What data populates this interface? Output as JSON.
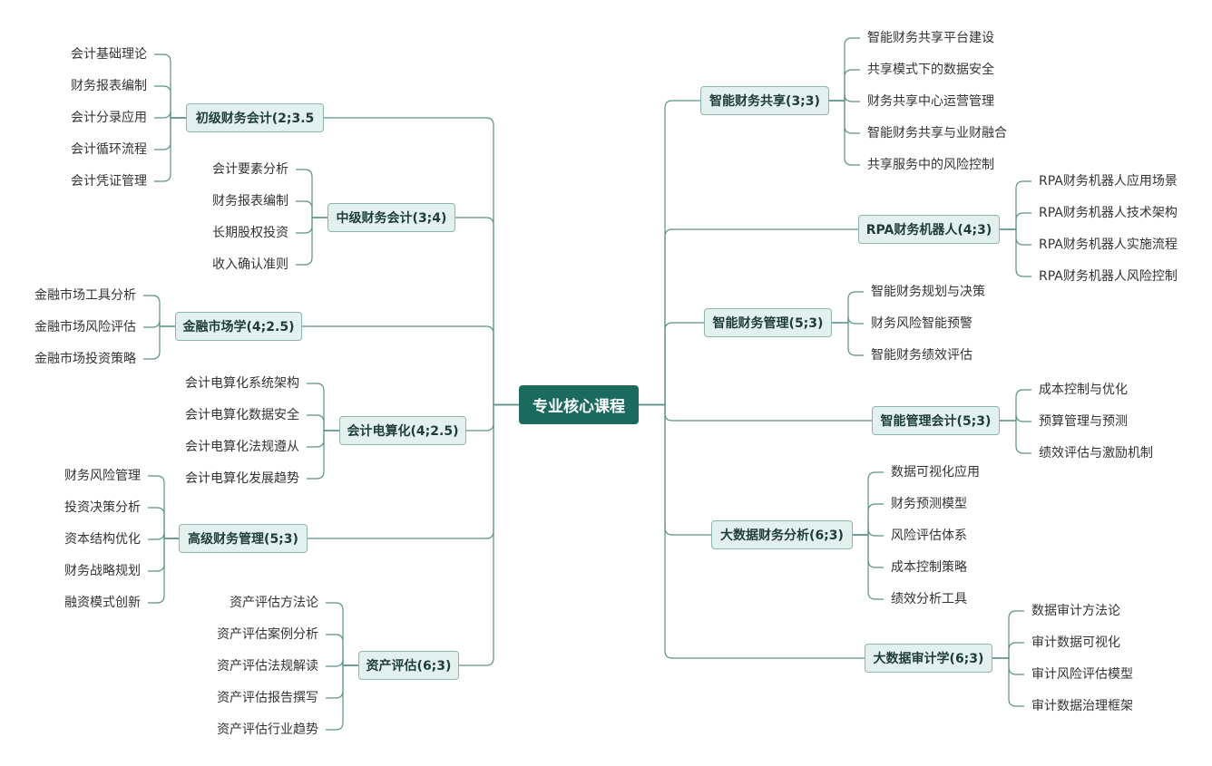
{
  "center": {
    "label": "专业核心课程"
  },
  "colors": {
    "center": "#1a6a5d",
    "branch_fill": "#e3f1ee",
    "branch_border": "#8db5ad",
    "line": "#5b9187"
  },
  "left_branches": [
    {
      "label": "初级财务会计(2;3.5",
      "children": [
        "会计基础理论",
        "财务报表编制",
        "会计分录应用",
        "会计循环流程",
        "会计凭证管理"
      ]
    },
    {
      "label": "中级财务会计(3;4)",
      "children": [
        "会计要素分析",
        "财务报表编制",
        "长期股权投资",
        "收入确认准则"
      ]
    },
    {
      "label": "金融市场学(4;2.5)",
      "children": [
        "金融市场工具分析",
        "金融市场风险评估",
        "金融市场投资策略"
      ]
    },
    {
      "label": "会计电算化(4;2.5)",
      "children": [
        "会计电算化系统架构",
        "会计电算化数据安全",
        "会计电算化法规遵从",
        "会计电算化发展趋势"
      ]
    },
    {
      "label": "高级财务管理(5;3)",
      "children": [
        "财务风险管理",
        "投资决策分析",
        "资本结构优化",
        "财务战略规划",
        "融资模式创新"
      ]
    },
    {
      "label": "资产评估(6;3)",
      "children": [
        "资产评估方法论",
        "资产评估案例分析",
        "资产评估法规解读",
        "资产评估报告撰写",
        "资产评估行业趋势"
      ]
    }
  ],
  "right_branches": [
    {
      "label": "智能财务共享(3;3)",
      "children": [
        "智能财务共享平台建设",
        "共享模式下的数据安全",
        "财务共享中心运营管理",
        "智能财务共享与业财融合",
        "共享服务中的风险控制"
      ]
    },
    {
      "label": "RPA财务机器人(4;3)",
      "children": [
        "RPA财务机器人应用场景",
        "RPA财务机器人技术架构",
        "RPA财务机器人实施流程",
        "RPA财务机器人风险控制"
      ]
    },
    {
      "label": "智能财务管理(5;3)",
      "children": [
        "智能财务规划与决策",
        "财务风险智能预警",
        "智能财务绩效评估"
      ]
    },
    {
      "label": "智能管理会计(5;3)",
      "children": [
        "成本控制与优化",
        "预算管理与预测",
        "绩效评估与激励机制"
      ]
    },
    {
      "label": "大数据财务分析(6;3)",
      "children": [
        "数据可视化应用",
        "财务预测模型",
        "风险评估体系",
        "成本控制策略",
        "绩效分析工具"
      ]
    },
    {
      "label": "大数据审计学(6;3)",
      "children": [
        "数据审计方法论",
        "审计数据可视化",
        "审计风险评估模型",
        "审计数据治理框架"
      ]
    }
  ]
}
